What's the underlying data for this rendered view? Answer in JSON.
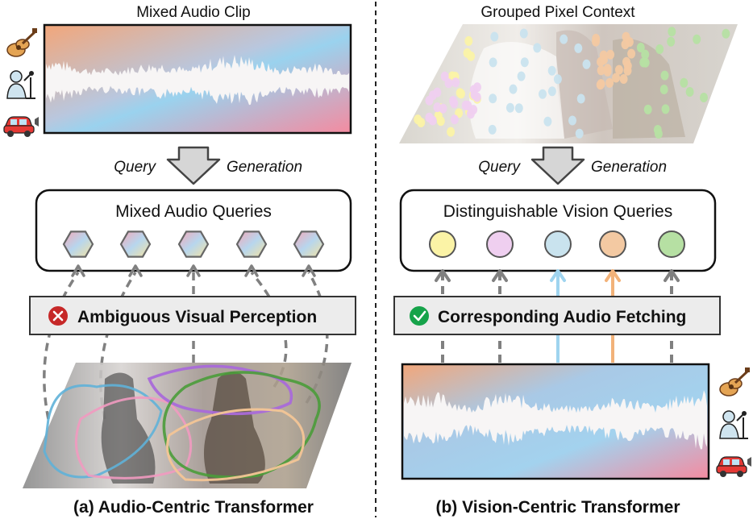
{
  "left_panel": {
    "title": "Mixed Audio Clip",
    "arrow_left_label": "Query",
    "arrow_right_label": "Generation",
    "queries_box_title": "Mixed Audio Queries",
    "perception_label": "Ambiguous Visual Perception",
    "caption": "(a) Audio-Centric Transformer"
  },
  "right_panel": {
    "title": "Grouped Pixel Context",
    "arrow_left_label": "Query",
    "arrow_right_label": "Generation",
    "queries_box_title": "Distinguishable Vision Queries",
    "fetch_label": "Corresponding Audio Fetching",
    "caption": "(b) Vision-Centric Transformer"
  },
  "source_icons": [
    "guitar-icon",
    "singer-icon",
    "car-horn-icon"
  ],
  "colors": {
    "query_yellow": "#fbf3a6",
    "query_pink": "#efcff0",
    "query_blue": "#c9e3ee",
    "query_orange": "#f3c9a2",
    "query_green": "#b6e0a3",
    "arrow_gray": "#808080",
    "arrow_blue": "#9fd4ef",
    "arrow_orange": "#f2b279",
    "cross_red": "#c62828",
    "check_green": "#16a34a",
    "outline_blue": "#5fb1d8",
    "outline_pink": "#f19ac0",
    "outline_purple": "#a96ad9",
    "outline_green": "#4a9c3a",
    "outline_orange": "#f3c596"
  }
}
